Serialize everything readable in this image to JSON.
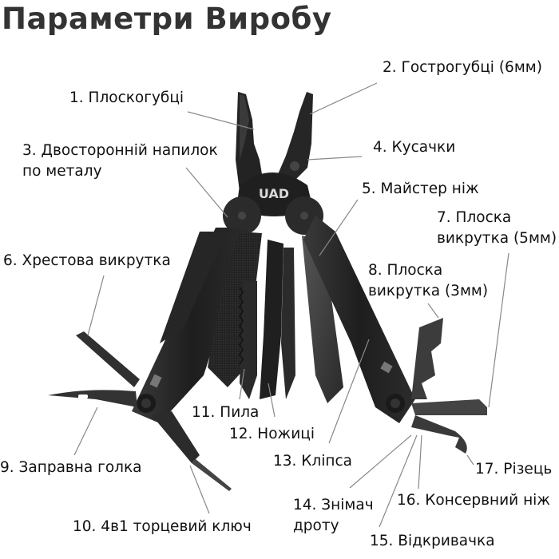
{
  "title": "Параметри Виробу",
  "brand_logo": "UAD",
  "colors": {
    "title": "#333333",
    "label": "#111111",
    "leader_line": "#888888",
    "tool_dark": "#1c1c1c",
    "tool_mid": "#2e2e2e",
    "tool_light": "#4a4a4a"
  },
  "labels": [
    {
      "n": 1,
      "text": "1. Плоскогубці"
    },
    {
      "n": 2,
      "text": "2. Гострогубці (6мм)"
    },
    {
      "n": 3,
      "line1": "3. Двосторонній напилок",
      "line2": "по металу"
    },
    {
      "n": 4,
      "text": "4. Кусачки"
    },
    {
      "n": 5,
      "text": "5. Майстер ніж"
    },
    {
      "n": 6,
      "text": "6. Хрестова викрутка"
    },
    {
      "n": 7,
      "line1": "7. Плоска",
      "line2": "викрутка (5мм)"
    },
    {
      "n": 8,
      "line1": "8. Плоска",
      "line2": "викрутка (3мм)"
    },
    {
      "n": 9,
      "text": "9. Заправна голка"
    },
    {
      "n": 10,
      "text": "10. 4в1 торцевий ключ"
    },
    {
      "n": 11,
      "text": "11. Пила"
    },
    {
      "n": 12,
      "text": "12. Ножиці"
    },
    {
      "n": 13,
      "text": "13. Кліпса"
    },
    {
      "n": 14,
      "line1": "14. Знімач",
      "line2": "дроту"
    },
    {
      "n": 15,
      "text": "15. Відкривачка"
    },
    {
      "n": 16,
      "text": "16. Консервний ніж"
    },
    {
      "n": 17,
      "text": "17. Різець"
    }
  ]
}
